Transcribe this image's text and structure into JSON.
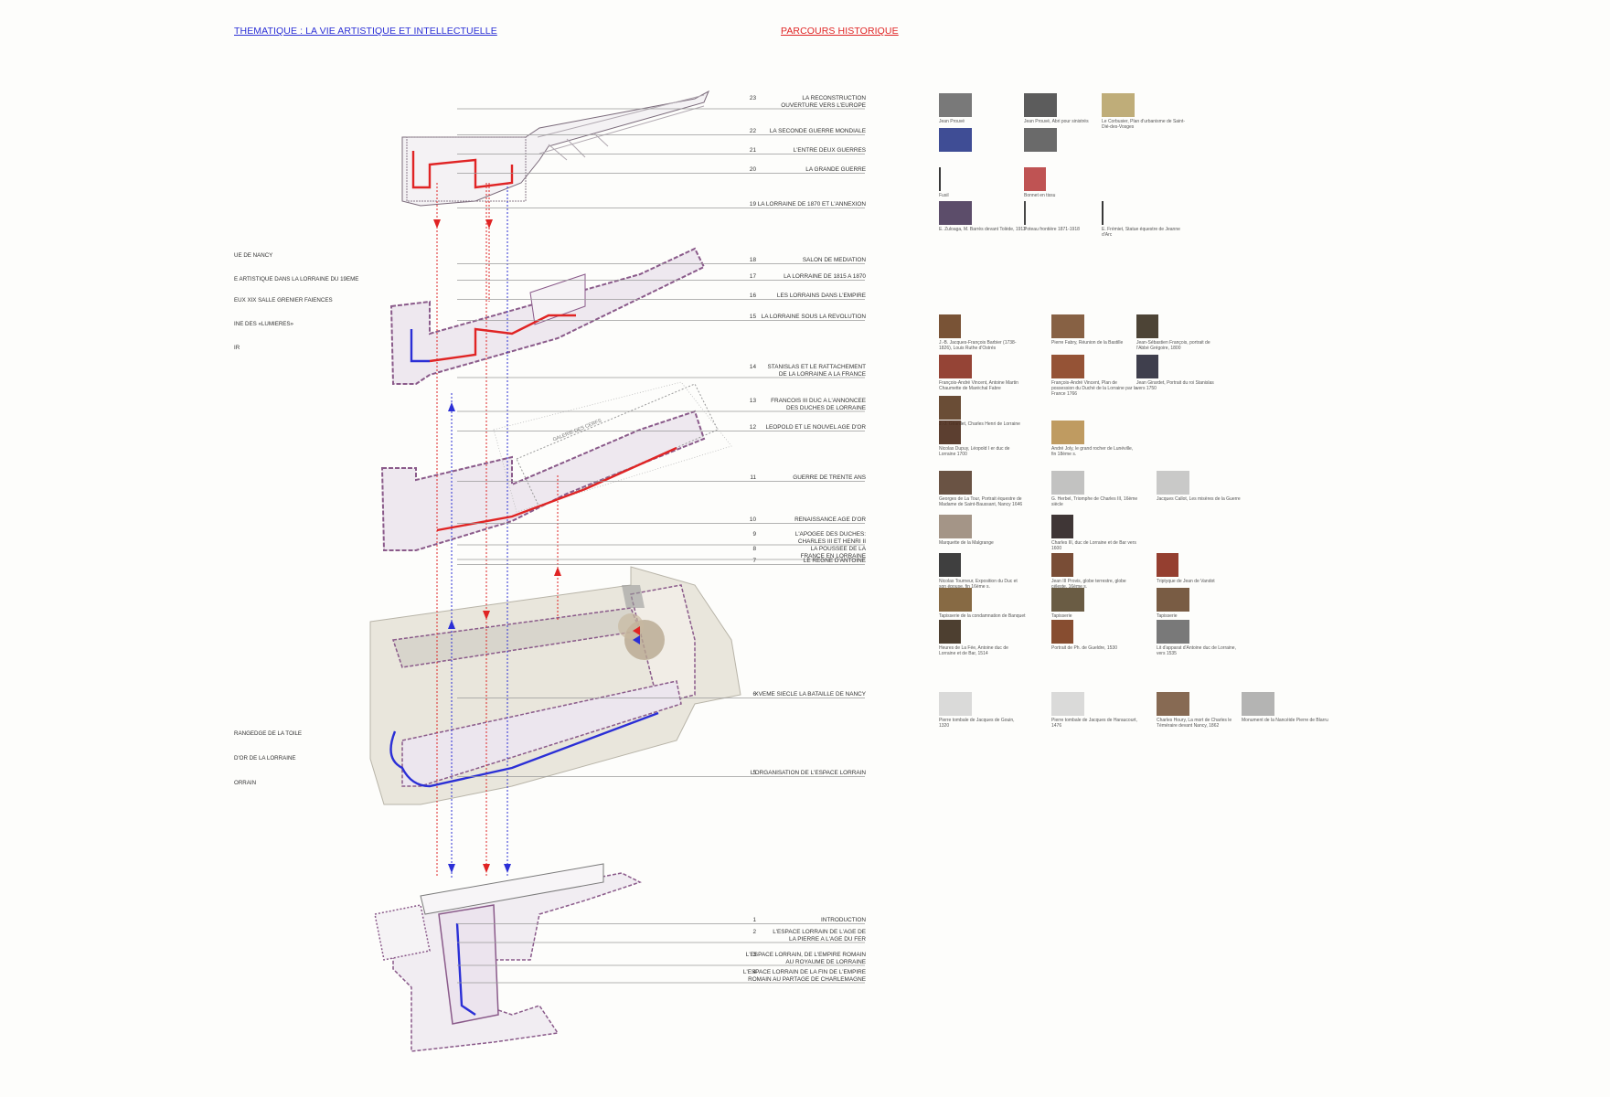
{
  "header": {
    "left_title": "THEMATIQUE : LA VIE ARTISTIQUE ET INTELLECTUELLE",
    "right_title": "PARCOURS HISTORIQUE"
  },
  "colors": {
    "blue_route": "#2b2fd6",
    "red_route": "#e02424",
    "plan_outline": "#8a5a8a",
    "plan_fill": "#ede9ee",
    "leader_line": "#9a9a9a"
  },
  "right_labels": [
    {
      "num": "23",
      "text": "LA RECONSTRUCTION\nOUVERTURE VERS L'EUROPE"
    },
    {
      "num": "22",
      "text": "LA SECONDE GUERRE MONDIALE"
    },
    {
      "num": "21",
      "text": "L'ENTRE DEUX GUERRES"
    },
    {
      "num": "20",
      "text": "LA GRANDE GUERRE"
    },
    {
      "num": "19",
      "text": "LA LORRAINE DE 1870 ET L'ANNEXION"
    },
    {
      "num": "18",
      "text": "SALON DE MEDIATION"
    },
    {
      "num": "17",
      "text": "LA LORRAINE DE 1815 A 1870"
    },
    {
      "num": "16",
      "text": "LES LORRAINS DANS L'EMPIRE"
    },
    {
      "num": "15",
      "text": "LA LORRAINE SOUS LA REVOLUTION"
    },
    {
      "num": "14",
      "text": "STANISLAS ET LE RATTACHEMENT\nDE LA LORRAINE A LA FRANCE"
    },
    {
      "num": "13",
      "text": "FRANCOIS III DUC A L'ANNONCEE\nDES DUCHES DE LORRAINE"
    },
    {
      "num": "12",
      "text": "LEOPOLD ET LE NOUVEL AGE D'OR"
    },
    {
      "num": "11",
      "text": "GUERRE DE TRENTE ANS"
    },
    {
      "num": "10",
      "text": "RENAISSANCE AGE D'OR"
    },
    {
      "num": "9",
      "text": "L'APOGEE DES DUCHES:\nCHARLES III ET HENRI II"
    },
    {
      "num": "8",
      "text": "LA POUSSEE DE LA\nFRANCE EN LORRAINE"
    },
    {
      "num": "7",
      "text": "LE REGNE D'ANTOINE"
    },
    {
      "num": "6",
      "text": "XVEME SIECLE LA BATAILLE DE NANCY"
    },
    {
      "num": "5",
      "text": "L'ORGANISATION DE L'ESPACE LORRAIN"
    },
    {
      "num": "1",
      "text": "INTRODUCTION"
    },
    {
      "num": "2",
      "text": "L'ESPACE LORRAIN DE L'AGE DE\nLA PIERRE A L'AGE DU FER"
    },
    {
      "num": "3",
      "text": "L'ESPACE LORRAIN, DE L'EMPIRE ROMAIN\nAU ROYAUME DE LORRAINE"
    },
    {
      "num": "4",
      "text": "L'ESPACE LORRAIN DE LA FIN DE L'EMPIRE\nROMAIN AU PARTAGE DE CHARLEMAGNE"
    }
  ],
  "left_labels": [
    "UE DE NANCY",
    "E ARTISTIQUE DANS LA LORRAINE DU 19EME",
    "EUX XIX SALLE GRENIER FAIENCES",
    "INE DES «LUMIERES»",
    "IR",
    "RANGEDGE DE LA TOILE",
    "D'OR DE LA LORRAINE",
    "ORRAIN"
  ],
  "plan_labels": {
    "galerie": "GALERIE DES CERFS"
  },
  "artworks": [
    {
      "icon": "qr-pattern-icon",
      "caption": "Jean Prouvé",
      "tone": "#6a6a6a"
    },
    {
      "icon": "photo-icon",
      "caption": "Jean Prouvé, Abri pour sinistrés",
      "tone": "#4a4a4a"
    },
    {
      "icon": "map-icon",
      "caption": "Le Corbusier, Plan d'urbanisme de Saint-Dié-des-Vosges",
      "tone": "#b8a46a"
    },
    {
      "icon": "painting-icon",
      "caption": "",
      "tone": "#2a3a8a"
    },
    {
      "icon": "photo-icon",
      "caption": "",
      "tone": "#5a5a5a"
    },
    {
      "icon": "sword-icon",
      "caption": "Fusil",
      "tone": "#222222"
    },
    {
      "icon": "helmet-icon",
      "caption": "Bonnet en tissu",
      "tone": "#b84040"
    },
    {
      "icon": "painting-icon",
      "caption": "E. Zuloaga, M. Barrès devant Tolède, 1913",
      "tone": "#4a3a5a"
    },
    {
      "icon": "post-icon",
      "caption": "Poteau frontière 1871-1918",
      "tone": "#333333"
    },
    {
      "icon": "statue-icon",
      "caption": "E. Frémiet, Statue équestre de Jeanne d'Arc",
      "tone": "#222222"
    },
    {
      "icon": "portrait-icon",
      "caption": "J.-B. Jacques-François Barbier (1738-1826), Louis Ruthe d'Ostrés",
      "tone": "#6a4020"
    },
    {
      "icon": "painting-icon",
      "caption": "Pierre Fabry, Réunion de la Bastille",
      "tone": "#7a5030"
    },
    {
      "icon": "portrait-icon",
      "caption": "Jean-Sébastien François, portrait de l'Abbé Grégoire, 1800",
      "tone": "#3a3020"
    },
    {
      "icon": "painting-icon",
      "caption": "François-André Vincent, Antoine Martin Chaumette de Maréchal Fabre",
      "tone": "#8a3020"
    },
    {
      "icon": "painting-icon",
      "caption": "François-André Vincent, Plan de possession du Duché de la Lorraine par la France 1766",
      "tone": "#8a4020"
    },
    {
      "icon": "portrait-icon",
      "caption": "Jean Girardet, Portrait du roi Stanislas vers 1750",
      "tone": "#2a2a3a"
    },
    {
      "icon": "portrait-icon",
      "caption": "J.-J. Girardet, Charles Henri de Lorraine",
      "tone": "#5a3a20"
    },
    {
      "icon": "portrait-icon",
      "caption": "Nicolas Dupuy, Léopold I er duc de Lorraine 1700",
      "tone": "#4a2a1a"
    },
    {
      "icon": "painting-icon",
      "caption": "André Joly, le grand rocher de Lunéville, fin 18ème s.",
      "tone": "#b89050"
    },
    {
      "icon": "painting-icon",
      "caption": "Georges de La Tour, Portrait équestre de Madame de Saint-Baussant, Nancy 1646",
      "tone": "#5a4030"
    },
    {
      "icon": "engraving-icon",
      "caption": "G. Herbel, Triomphe de Charles III, 16ème siècle",
      "tone": "#7a7a7a"
    },
    {
      "icon": "engraving-icon",
      "caption": "Jacques Callot, Les misères de la Guerre",
      "tone": "#8a8a8a"
    },
    {
      "icon": "map-icon",
      "caption": "Marquette de la Malgrange",
      "tone": "#9a8a7a"
    },
    {
      "icon": "portrait-icon",
      "caption": "Charles III, duc de Lorraine et de Bar vers 1600",
      "tone": "#2a2020"
    },
    {
      "icon": "figure-icon",
      "caption": "Nicolas Tourneur, Exposition du Duc et son épouse, fin 16ème s.",
      "tone": "#2a2a2a"
    },
    {
      "icon": "figure-icon",
      "caption": "Jean III Provis, globe terrestre, globe céleste, 16ème s.",
      "tone": "#6a3a20"
    },
    {
      "icon": "figure-icon",
      "caption": "Triptyque de Jean de Vandot",
      "tone": "#8a2a1a"
    },
    {
      "icon": "painting-icon",
      "caption": "Tapisserie de la condamnation de Banquet",
      "tone": "#7a5a30"
    },
    {
      "icon": "painting-icon",
      "caption": "Tapisserie",
      "tone": "#5a4a30"
    },
    {
      "icon": "painting-icon",
      "caption": "Tapisserie",
      "tone": "#6a4a30"
    },
    {
      "icon": "portrait-icon",
      "caption": "Heures de La Fée, Antoine duc de Lorraine et de Bar, 1514",
      "tone": "#3a2a1a"
    },
    {
      "icon": "portrait-icon",
      "caption": "Portrait de Ph. de Gueldre, 1530",
      "tone": "#7a3a1a"
    },
    {
      "icon": "photo-icon",
      "caption": "Lit d'apparat d'Antoine duc de Lorraine, vers 1535",
      "tone": "#6a6a6a"
    },
    {
      "icon": "engraving-icon",
      "caption": "Pierre tombale de Jacques de Gouin, 1320",
      "tone": "#b0b0b0"
    },
    {
      "icon": "engraving-icon",
      "caption": "Pierre tombale de Jacques de Haraucourt, 1476",
      "tone": "#b0b0b0"
    },
    {
      "icon": "painting-icon",
      "caption": "Charles Houry, La mort de Charles le Téméraire devant Nancy, 1862",
      "tone": "#7a5a40"
    },
    {
      "icon": "engraving-icon",
      "caption": "Monument de la Nancéide Pierre de Blarru",
      "tone": "#5a5a5a"
    }
  ]
}
